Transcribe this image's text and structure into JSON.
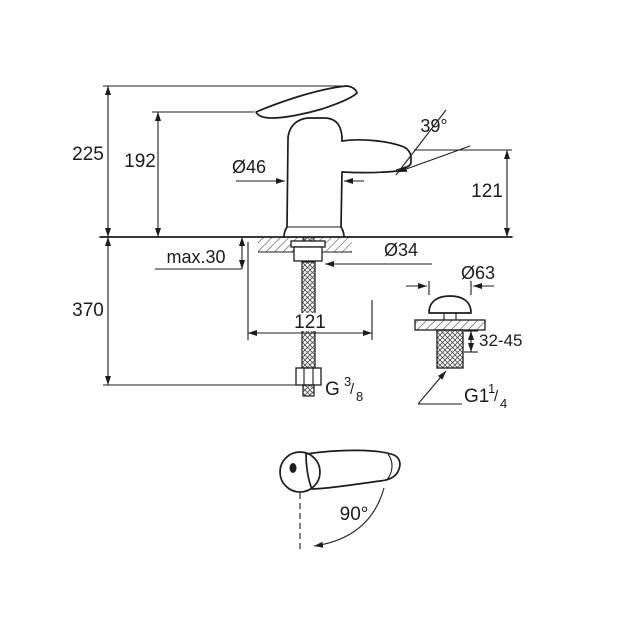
{
  "page": {
    "background": "#ffffff",
    "line_color": "#1c1c1c"
  },
  "drawing": {
    "dimensions": {
      "total_height": "225",
      "height_to_handle": "192",
      "body_diameter": "Ø46",
      "spout_angle": "39°",
      "spout_outlet_height": "121",
      "max_mounting_thickness": "max.30",
      "length_below_deck": "370",
      "mounting_hole_diameter": "Ø34",
      "spout_reach": "121",
      "waste_cap_diameter": "Ø63",
      "waste_clamping_range": "32-45",
      "handle_swivel_angle": "90°"
    },
    "threads": {
      "supply": {
        "prefix": "G",
        "numerator": "3",
        "slash": "/",
        "denominator": "8"
      },
      "waste": {
        "prefix": "G1",
        "numerator": "1",
        "slash": "/",
        "denominator": "4"
      }
    }
  }
}
